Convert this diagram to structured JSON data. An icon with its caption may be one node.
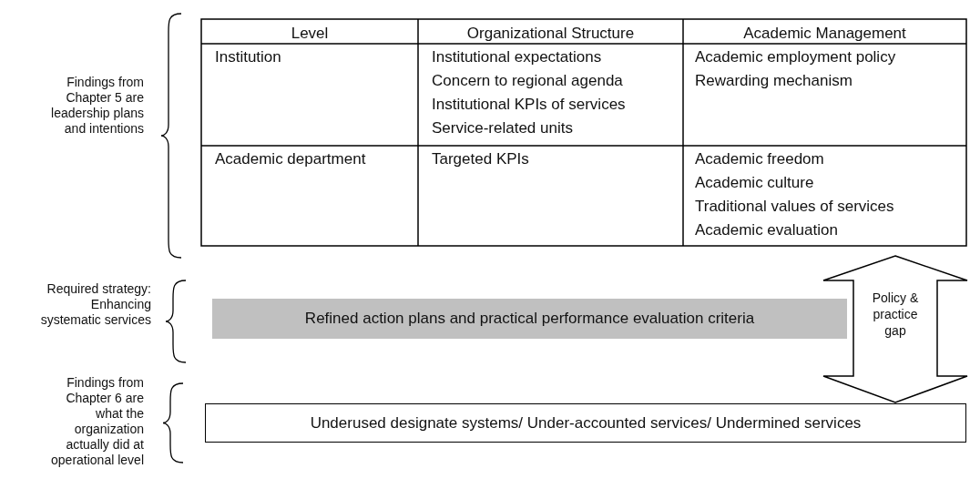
{
  "diagram": {
    "nodes": [
      {
        "text": [
          "Refined action plans and practical performance evaluation criteria"
        ]
      },
      {
        "text": [
          "Underused designate systems/ Under-accounted services/ Undermined services"
        ]
      }
    ],
    "edges": [
      {
        "from": 0,
        "to": 1,
        "arrow": "both",
        "label": "Policy & practice gap",
        "style": "thick"
      }
    ],
    "labels": [
      "Level",
      "Organizational Structure",
      "Academic Management",
      "Institution",
      "Institutional expectations",
      "Concern to regional agenda",
      "Institutional KPIs of services",
      "Service-related units",
      "Academic employment policy",
      "Rewarding mechanism",
      "Academic department",
      "Targeted KPIs",
      "Academic freedom",
      "Academic culture",
      "Traditional values of services",
      "Academic evaluation",
      "Findings from Chapter 5 are leadership plans and intentions",
      "Required strategy: Enhancing systematic services",
      "Findings from Chapter 6 are what the organization actually did at operational level"
    ]
  }
}
